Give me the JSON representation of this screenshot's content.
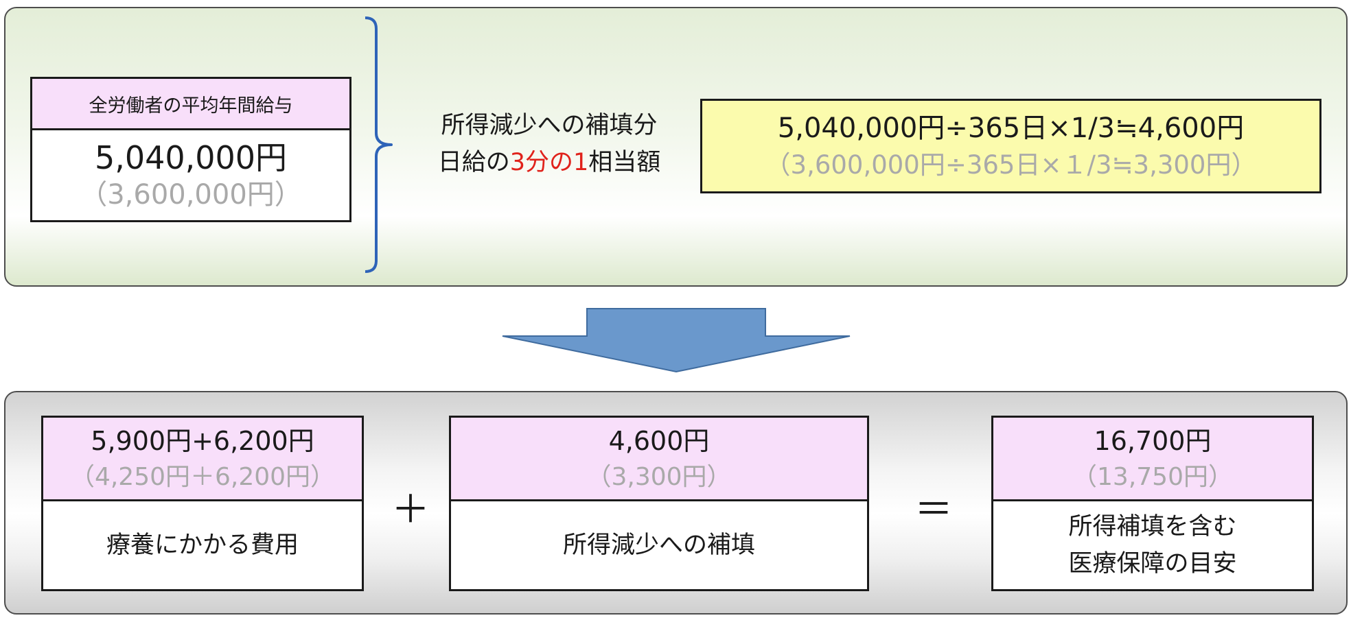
{
  "salary": {
    "header": "全労働者の平均年間給与",
    "amount": "5,040,000円",
    "amount_alt": "（3,600,000円）"
  },
  "income_compensation": {
    "line1": "所得減少への補填分",
    "line2_prefix": "日給の",
    "line2_highlight": "3分の1",
    "line2_suffix": "相当額"
  },
  "formula": {
    "main": "5,040,000円÷365日×1/3≒4,600円",
    "alt": "（3,600,000円÷365日×１/3≒3,300円）"
  },
  "operators": {
    "plus": "＋",
    "equals": "＝"
  },
  "cost_box": {
    "value": "5,900円+6,200円",
    "value_alt": "（4,250円＋6,200円）",
    "label": "療養にかかる費用"
  },
  "income_box": {
    "value": "4,600円",
    "value_alt": "（3,300円）",
    "label": "所得減少への補填"
  },
  "total_box": {
    "value": "16,700円",
    "value_alt": "（13,750円）",
    "label_line1": "所得補填を含む",
    "label_line2": "医療保障の目安"
  },
  "colors": {
    "pink_fill": "#f8dffa",
    "yellow_fill": "#fbfbad",
    "arrow_fill": "#6a98cc",
    "brace_stroke": "#2e63b8",
    "highlight_red": "#e0221b",
    "alt_gray": "#a9a9a9"
  }
}
